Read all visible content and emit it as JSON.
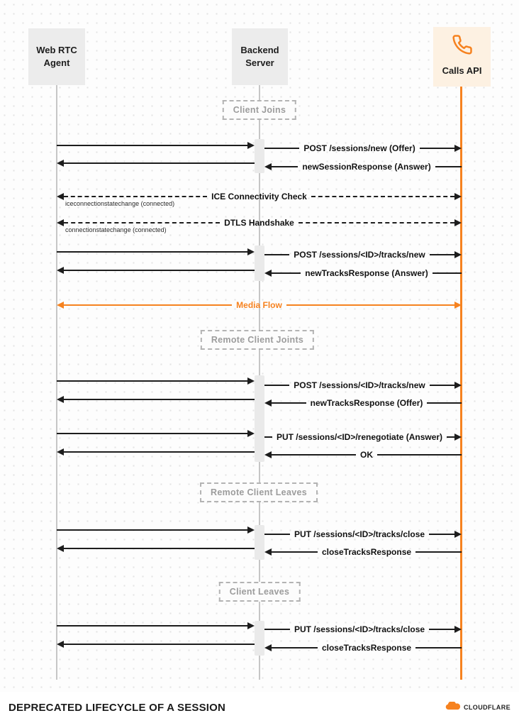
{
  "actors": {
    "webrtc": {
      "line1": "Web RTC",
      "line2": "Agent"
    },
    "backend": {
      "line1": "Backend",
      "line2": "Server"
    },
    "calls": {
      "label": "Calls API",
      "icon": "phone-icon"
    }
  },
  "sections": {
    "client_joins": "Client Joins",
    "remote_client_joins": "Remote Client Joints",
    "remote_client_leaves": "Remote Client Leaves",
    "client_leaves": "Client Leaves"
  },
  "messages": {
    "post_sessions_new": "POST /sessions/new (Offer)",
    "new_session_response": "newSessionResponse (Answer)",
    "ice_check": "ICE Connectivity Check",
    "ice_note": "iceconnectionstatechange (connected)",
    "dtls": "DTLS Handshake",
    "dtls_note": "connectionstatechange (connected)",
    "post_tracks_new_1": "POST /sessions/<ID>/tracks/new",
    "new_tracks_response_answer": "newTracksResponse (Answer)",
    "media_flow": "Media Flow",
    "post_tracks_new_2": "POST /sessions/<ID>/tracks/new",
    "new_tracks_response_offer": "newTracksResponse (Offer)",
    "put_renegotiate": "PUT /sessions/<ID>/renegotiate (Answer)",
    "ok": "OK",
    "put_tracks_close_1": "PUT /sessions/<ID>/tracks/close",
    "close_tracks_response_1": "closeTracksResponse",
    "put_tracks_close_2": "PUT /sessions/<ID>/tracks/close",
    "close_tracks_response_2": "closeTracksResponse"
  },
  "footer": {
    "title": "DEPRECATED LIFECYCLE OF A SESSION",
    "brand": "CLOUDFLARE",
    "brand_icon": "cloudflare-logo"
  },
  "colors": {
    "accent": "#f6821f"
  }
}
